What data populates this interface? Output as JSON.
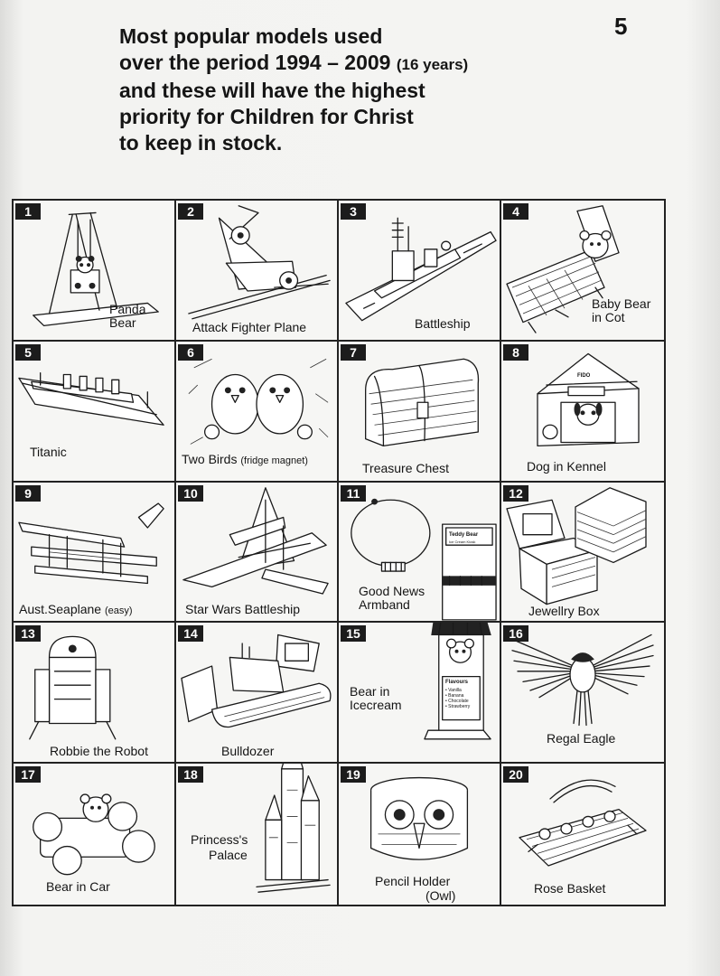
{
  "page_number": "5",
  "heading": {
    "line1": "Most popular models used",
    "line2_main": "over the period 1994 – 2009",
    "line2_small": "(16 years)",
    "line3": "and these will have the highest",
    "line4": "priority for Children for Christ",
    "line5": "to keep in stock."
  },
  "models": [
    {
      "number": "1",
      "name_line1": "Panda",
      "name_line2": "Bear"
    },
    {
      "number": "2",
      "name": "Attack Fighter Plane"
    },
    {
      "number": "3",
      "name": "Battleship"
    },
    {
      "number": "4",
      "name_line1": "Baby Bear",
      "name_line2": "in Cot"
    },
    {
      "number": "5",
      "name": "Titanic"
    },
    {
      "number": "6",
      "name": "Two Birds",
      "note": "(fridge magnet)"
    },
    {
      "number": "7",
      "name": "Treasure Chest"
    },
    {
      "number": "8",
      "name": "Dog in Kennel",
      "sign": "FIDO"
    },
    {
      "number": "9",
      "name": "Aust.Seaplane",
      "note": "(easy)"
    },
    {
      "number": "10",
      "name": "Star Wars Battleship"
    },
    {
      "number": "11",
      "name_line1": "Good News",
      "name_line2": "Armband"
    },
    {
      "number": "12",
      "name": "Jewellry Box"
    },
    {
      "number": "13",
      "name": "Robbie the Robot"
    },
    {
      "number": "14",
      "name": "Bulldozer"
    },
    {
      "number": "15",
      "name_line1": "Bear in",
      "name_line2": "Icecream",
      "kiosk_title": "Teddy Bear",
      "kiosk_subtitle": "Ice Cream Kiosk",
      "flavours_title": "Flavours",
      "flavours": [
        "• Vanilla",
        "• Banana",
        "• Chocolate",
        "• Strawberry"
      ]
    },
    {
      "number": "16",
      "name": "Regal Eagle"
    },
    {
      "number": "17",
      "name": "Bear in Car"
    },
    {
      "number": "18",
      "name_line1": "Princess's",
      "name_line2": "Palace"
    },
    {
      "number": "19",
      "name_line1": "Pencil Holder",
      "name_line2": "(Owl)"
    },
    {
      "number": "20",
      "name": "Rose Basket"
    }
  ]
}
